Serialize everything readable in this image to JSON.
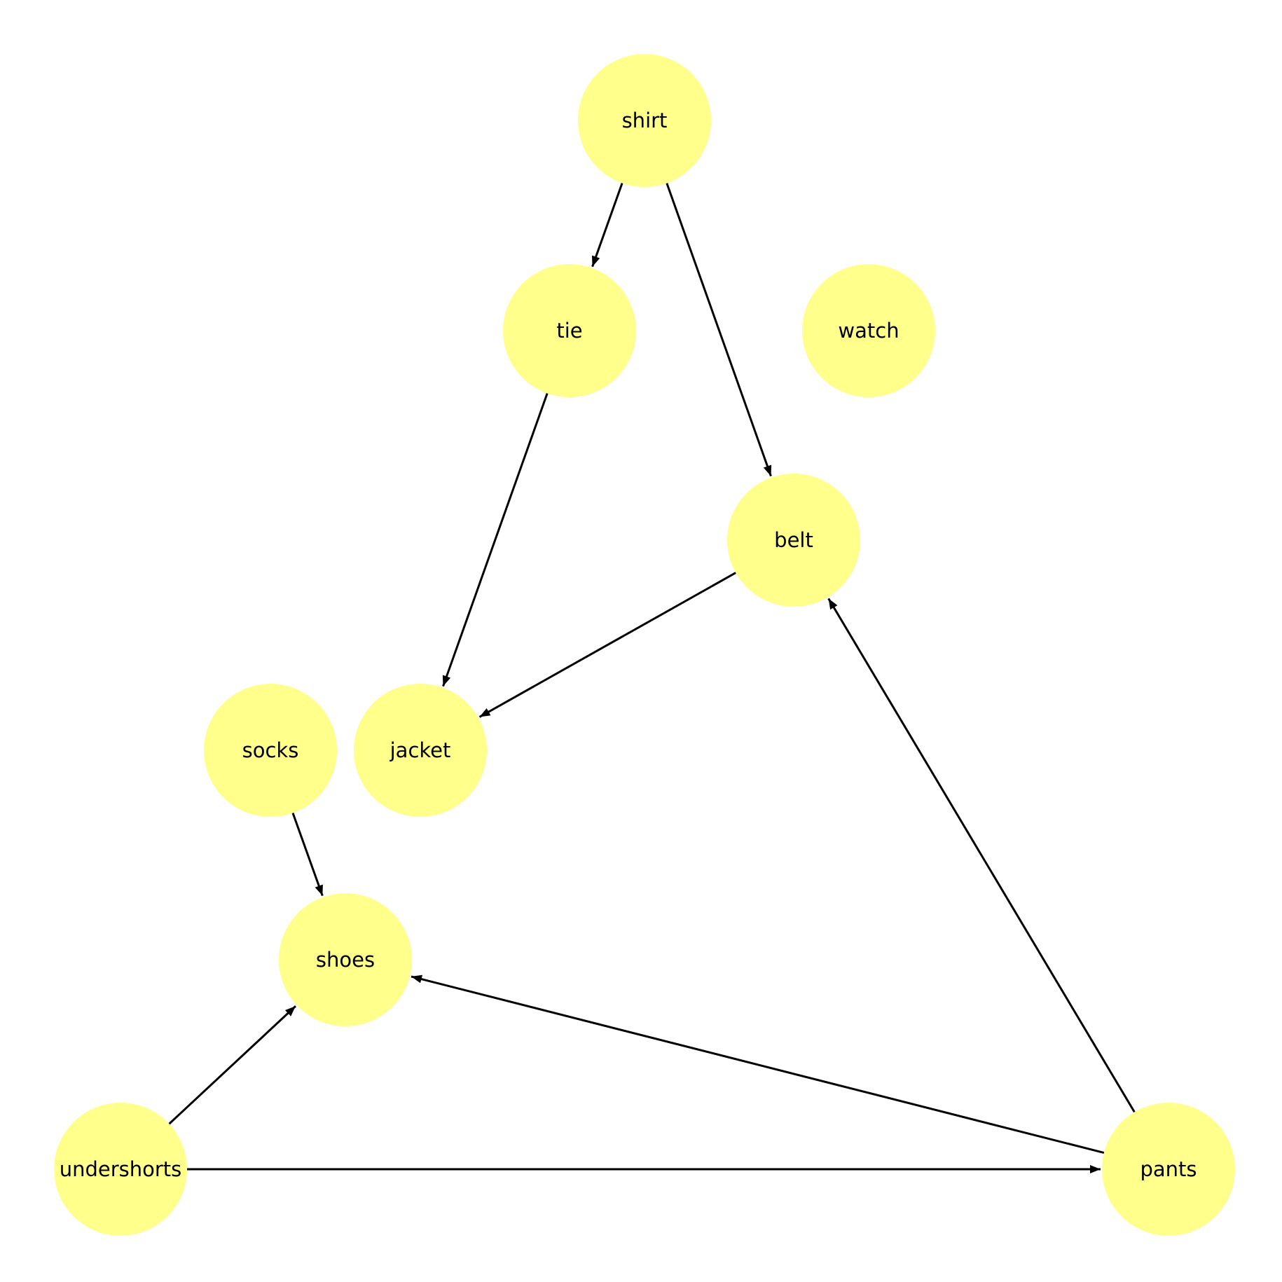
{
  "diagram": {
    "type": "directed-graph",
    "node_color": "#ffff8c",
    "edge_color": "#000000",
    "nodes": [
      {
        "id": "shirt",
        "label": "shirt"
      },
      {
        "id": "tie",
        "label": "tie"
      },
      {
        "id": "watch",
        "label": "watch"
      },
      {
        "id": "belt",
        "label": "belt"
      },
      {
        "id": "socks",
        "label": "socks"
      },
      {
        "id": "jacket",
        "label": "jacket"
      },
      {
        "id": "shoes",
        "label": "shoes"
      },
      {
        "id": "undershorts",
        "label": "undershorts"
      },
      {
        "id": "pants",
        "label": "pants"
      }
    ],
    "edges": [
      {
        "from": "shirt",
        "to": "tie"
      },
      {
        "from": "shirt",
        "to": "belt"
      },
      {
        "from": "tie",
        "to": "jacket"
      },
      {
        "from": "belt",
        "to": "jacket"
      },
      {
        "from": "socks",
        "to": "shoes"
      },
      {
        "from": "undershorts",
        "to": "shoes"
      },
      {
        "from": "undershorts",
        "to": "pants"
      },
      {
        "from": "pants",
        "to": "shoes"
      },
      {
        "from": "pants",
        "to": "belt"
      }
    ]
  }
}
